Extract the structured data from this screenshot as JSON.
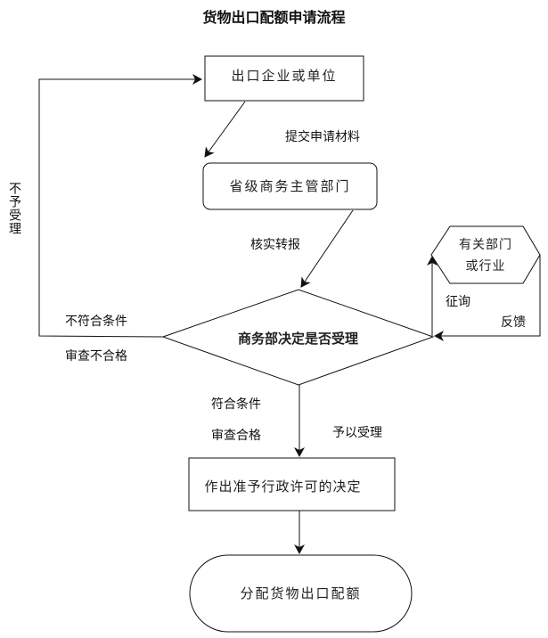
{
  "title": "货物出口配额申请流程",
  "nodes": {
    "start": "出口企业或单位",
    "province": "省级商务主管部门",
    "decision": "商务部决定是否受理",
    "consult": [
      "有关部门",
      "或行业"
    ],
    "permit": "作出准予行政许可的决定",
    "end": "分配货物出口配额"
  },
  "edges": {
    "submit": "提交申请材料",
    "verify": "核实转报",
    "reject_vertical": "不予受理",
    "not_meet": "不符合条件",
    "review_fail": "审查不合格",
    "meet": "符合条件",
    "review_pass": "审查合格",
    "accept": "予以受理",
    "consult": "征询",
    "feedback": "反馈"
  }
}
